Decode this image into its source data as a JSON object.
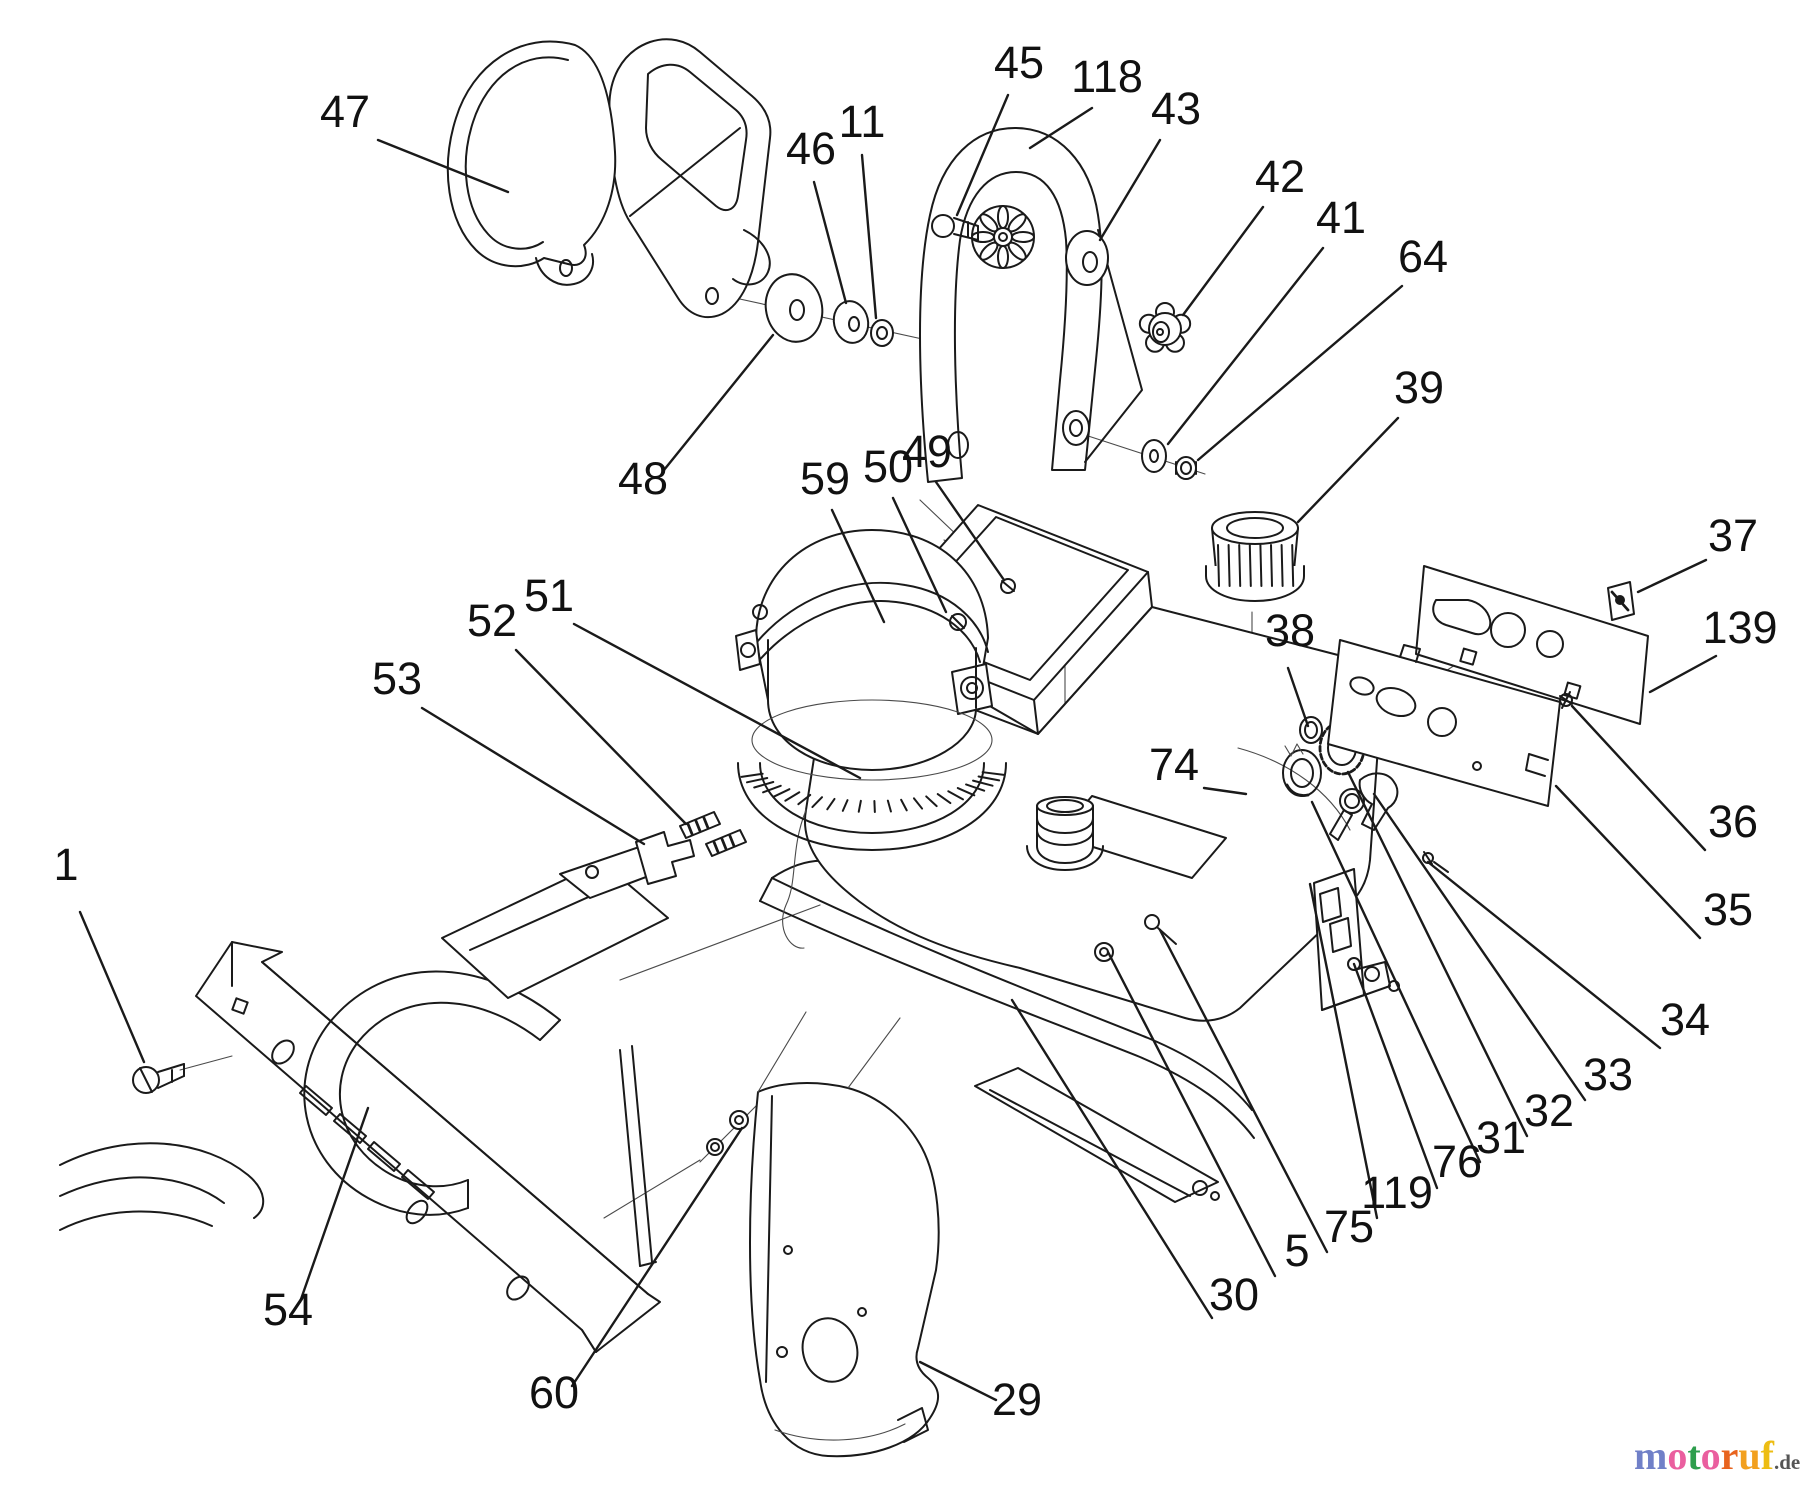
{
  "page": {
    "background": "#ffffff",
    "line_color": "#1a1a1a",
    "description_labels_total": 36
  },
  "part_labels": [
    "47",
    "45",
    "118",
    "43",
    "46",
    "11",
    "42",
    "41",
    "64",
    "39",
    "48",
    "59",
    "50",
    "49",
    "37",
    "139",
    "38",
    "51",
    "52",
    "53",
    "74",
    "36",
    "35",
    "1",
    "34",
    "33",
    "32",
    "31",
    "76",
    "119",
    "75",
    "5",
    "30",
    "54",
    "60",
    "29"
  ],
  "watermark": {
    "word": "motoruf",
    "suffix": ".de",
    "suffix_color": "#555555",
    "letters": [
      {
        "char": "m",
        "color": "#7080c8"
      },
      {
        "char": "o",
        "color": "#ea5f9f"
      },
      {
        "char": "t",
        "color": "#2e9e4d"
      },
      {
        "char": "o",
        "color": "#ea5f9f"
      },
      {
        "char": "r",
        "color": "#e8641f"
      },
      {
        "char": "u",
        "color": "#f2a01f"
      },
      {
        "char": "f",
        "color": "#edbd13"
      }
    ]
  }
}
